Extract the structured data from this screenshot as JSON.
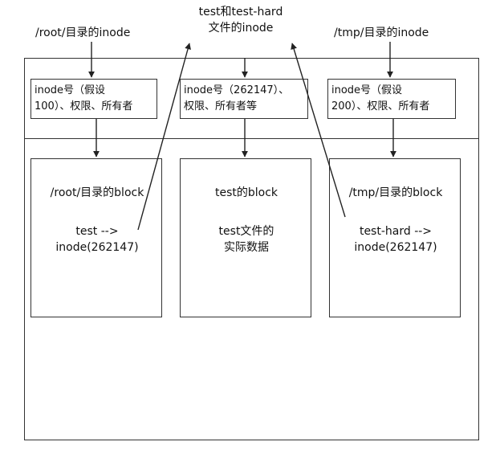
{
  "top_labels": {
    "root_inode": "/root/目录的inode",
    "shared_inode_line1": "test和test-hard",
    "shared_inode_line2": "文件的inode",
    "tmp_inode": "/tmp/目录的inode"
  },
  "inode_boxes": [
    {
      "line1": "inode号（假设",
      "line2": "100）、权限、所有者"
    },
    {
      "line1": "inode号（262147）、",
      "line2": "权限、所有者等"
    },
    {
      "line1": "inode号（假设",
      "line2": "200）、权限、所有者"
    }
  ],
  "block_boxes": [
    {
      "title": "/root/目录的block",
      "line1": "test -->",
      "line2": "inode(262147)"
    },
    {
      "title": "test的block",
      "line1": "test文件的",
      "line2": "实际数据"
    },
    {
      "title": "/tmp/目录的block",
      "line1": "test-hard -->",
      "line2": "inode(262147)"
    }
  ]
}
